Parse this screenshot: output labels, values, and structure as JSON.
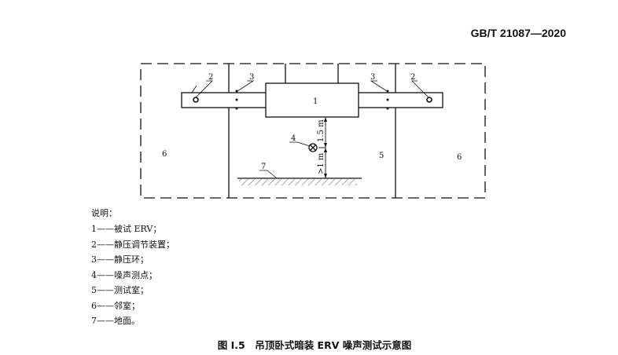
{
  "header": {
    "standard": "GB/T 21087—2020"
  },
  "diagram": {
    "labels": {
      "unit": "1",
      "damper_left": "2",
      "damper_right": "2",
      "ring_left": "3",
      "ring_right": "3",
      "mic": "4",
      "test_room": "5",
      "adjacent_left": "6",
      "adjacent_right": "6",
      "floor": "7"
    },
    "dim_upper": "1.5 m",
    "dim_lower": ">1 m"
  },
  "legend": {
    "title": "说明：",
    "items": [
      "1——被试 ERV；",
      "2——静压调节装置；",
      "3——静压环；",
      "4——噪声测点；",
      "5——测试室；",
      "6——邻室；",
      "7——地面。"
    ]
  },
  "caption": "图 I.5　吊顶卧式暗装 ERV 噪声测试示意图"
}
